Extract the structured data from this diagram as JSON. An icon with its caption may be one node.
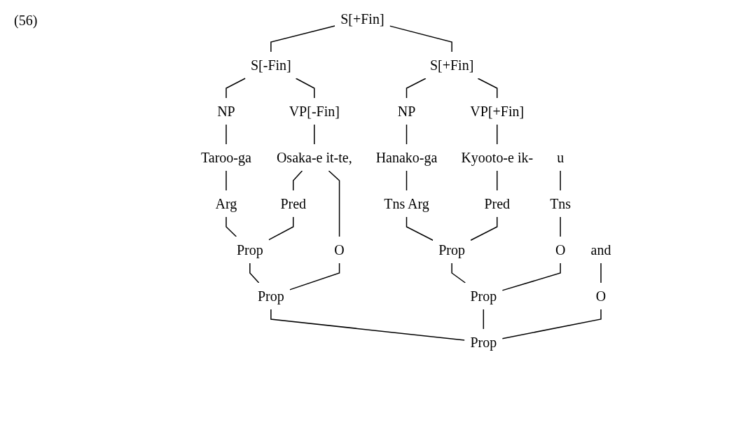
{
  "diagram": {
    "nodes": [
      {
        "text": [
          "S[+Fin]"
        ]
      },
      {
        "text": [
          "S[-Fin]"
        ]
      },
      {
        "text": [
          "S[+Fin]"
        ]
      },
      {
        "text": [
          "NP"
        ]
      },
      {
        "text": [
          "VP[-Fin]"
        ]
      },
      {
        "text": [
          "NP"
        ]
      },
      {
        "text": [
          "VP[+Fin]"
        ]
      },
      {
        "text": [
          "Taroo-ga"
        ]
      },
      {
        "text": [
          "Osaka-e it-te,"
        ]
      },
      {
        "text": [
          "Hanako-ga"
        ]
      },
      {
        "text": [
          "Kyooto-e ik-"
        ]
      },
      {
        "text": [
          "u"
        ]
      },
      {
        "text": [
          "Arg"
        ]
      },
      {
        "text": [
          "Pred"
        ]
      },
      {
        "text": [
          "Tns Arg"
        ]
      },
      {
        "text": [
          "Pred"
        ]
      },
      {
        "text": [
          "Tns"
        ]
      },
      {
        "text": [
          "Prop"
        ]
      },
      {
        "text": [
          "O"
        ]
      },
      {
        "text": [
          "Prop"
        ]
      },
      {
        "text": [
          "O"
        ]
      },
      {
        "text": [
          "and"
        ]
      },
      {
        "text": [
          "Prop"
        ]
      },
      {
        "text": [
          "Prop"
        ]
      },
      {
        "text": [
          "O"
        ]
      },
      {
        "text": [
          "Prop"
        ]
      }
    ],
    "edges": [
      {
        "from": 0,
        "to": 1,
        "arrow": "none"
      },
      {
        "from": 0,
        "to": 2,
        "arrow": "none"
      },
      {
        "from": 1,
        "to": 3,
        "arrow": "none"
      },
      {
        "from": 1,
        "to": 4,
        "arrow": "none"
      },
      {
        "from": 2,
        "to": 5,
        "arrow": "none"
      },
      {
        "from": 2,
        "to": 6,
        "arrow": "none"
      },
      {
        "from": 3,
        "to": 7,
        "arrow": "none"
      },
      {
        "from": 4,
        "to": 8,
        "arrow": "none"
      },
      {
        "from": 5,
        "to": 9,
        "arrow": "none"
      },
      {
        "from": 6,
        "to": 10,
        "arrow": "none"
      },
      {
        "from": 7,
        "to": 12,
        "arrow": "none"
      },
      {
        "from": 8,
        "to": 13,
        "arrow": "none"
      },
      {
        "from": 8,
        "to": 18,
        "arrow": "none"
      },
      {
        "from": 9,
        "to": 14,
        "arrow": "none"
      },
      {
        "from": 10,
        "to": 15,
        "arrow": "none"
      },
      {
        "from": 11,
        "to": 16,
        "arrow": "none"
      },
      {
        "from": 12,
        "to": 17,
        "arrow": "none"
      },
      {
        "from": 13,
        "to": 17,
        "arrow": "none"
      },
      {
        "from": 14,
        "to": 19,
        "arrow": "none"
      },
      {
        "from": 15,
        "to": 19,
        "arrow": "none"
      },
      {
        "from": 16,
        "to": 20,
        "arrow": "none"
      },
      {
        "from": 17,
        "to": 22,
        "arrow": "none"
      },
      {
        "from": 18,
        "to": 22,
        "arrow": "none"
      },
      {
        "from": 19,
        "to": 23,
        "arrow": "none"
      },
      {
        "from": 20,
        "to": 23,
        "arrow": "none"
      },
      {
        "from": 21,
        "to": 24,
        "arrow": "none"
      },
      {
        "from": 22,
        "to": 25,
        "arrow": "none"
      },
      {
        "from": 23,
        "to": 25,
        "arrow": "none"
      },
      {
        "from": 24,
        "to": 25,
        "arrow": "none"
      }
    ],
    "labels": [
      "(56)"
    ]
  }
}
